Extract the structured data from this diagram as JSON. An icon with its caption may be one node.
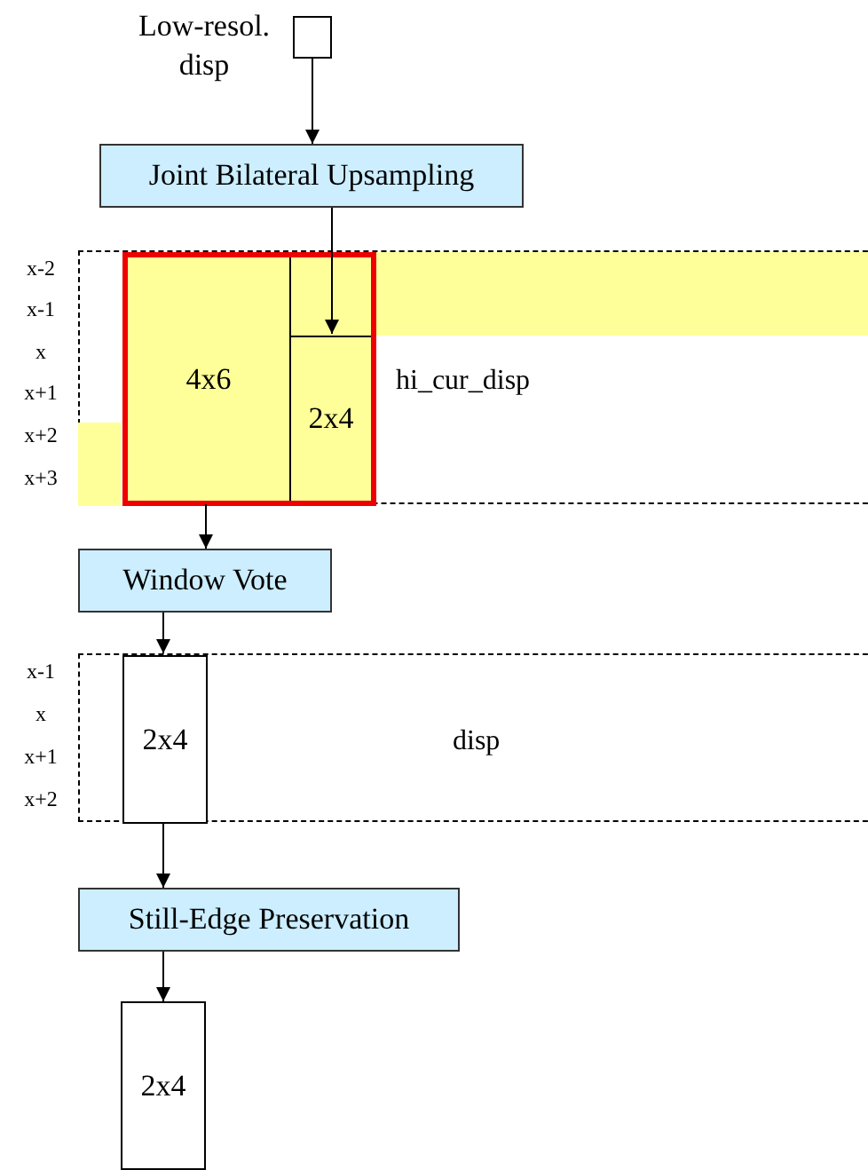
{
  "diagram": {
    "nodes": [
      {
        "text": [],
        "shape": "box",
        "beside": [
          "Low-resol. disp"
        ]
      },
      {
        "text": [
          "Joint Bilateral Upsampling"
        ]
      },
      {
        "text": [
          "hi_cur_disp"
        ]
      },
      {
        "text": [],
        "shape": "box",
        "in": 2
      },
      {
        "text": [
          "4x6"
        ],
        "in": 3
      },
      {
        "text": [
          "2x4"
        ],
        "in": 3
      },
      {
        "text": [
          "Window Vote"
        ]
      },
      {
        "text": [
          "disp"
        ]
      },
      {
        "text": [
          "2x4"
        ],
        "in": 7
      },
      {
        "text": [
          "Still-Edge Preservation"
        ]
      },
      {
        "text": [
          "2x4"
        ]
      }
    ],
    "edges": [
      {
        "from": 0,
        "to": 1,
        "arrow": "to"
      },
      {
        "from": 1,
        "to": 5,
        "arrow": "to"
      },
      {
        "from": 4,
        "to": 6,
        "arrow": "to"
      },
      {
        "from": 6,
        "to": 8,
        "arrow": "to"
      },
      {
        "from": 8,
        "to": 9,
        "arrow": "to"
      },
      {
        "from": 9,
        "to": 10,
        "arrow": "to"
      }
    ],
    "labels": [
      "x-2",
      "x-1",
      "x",
      "x+1",
      "x+2",
      "x+3",
      "x-1",
      "x",
      "x+1",
      "x+2"
    ]
  }
}
